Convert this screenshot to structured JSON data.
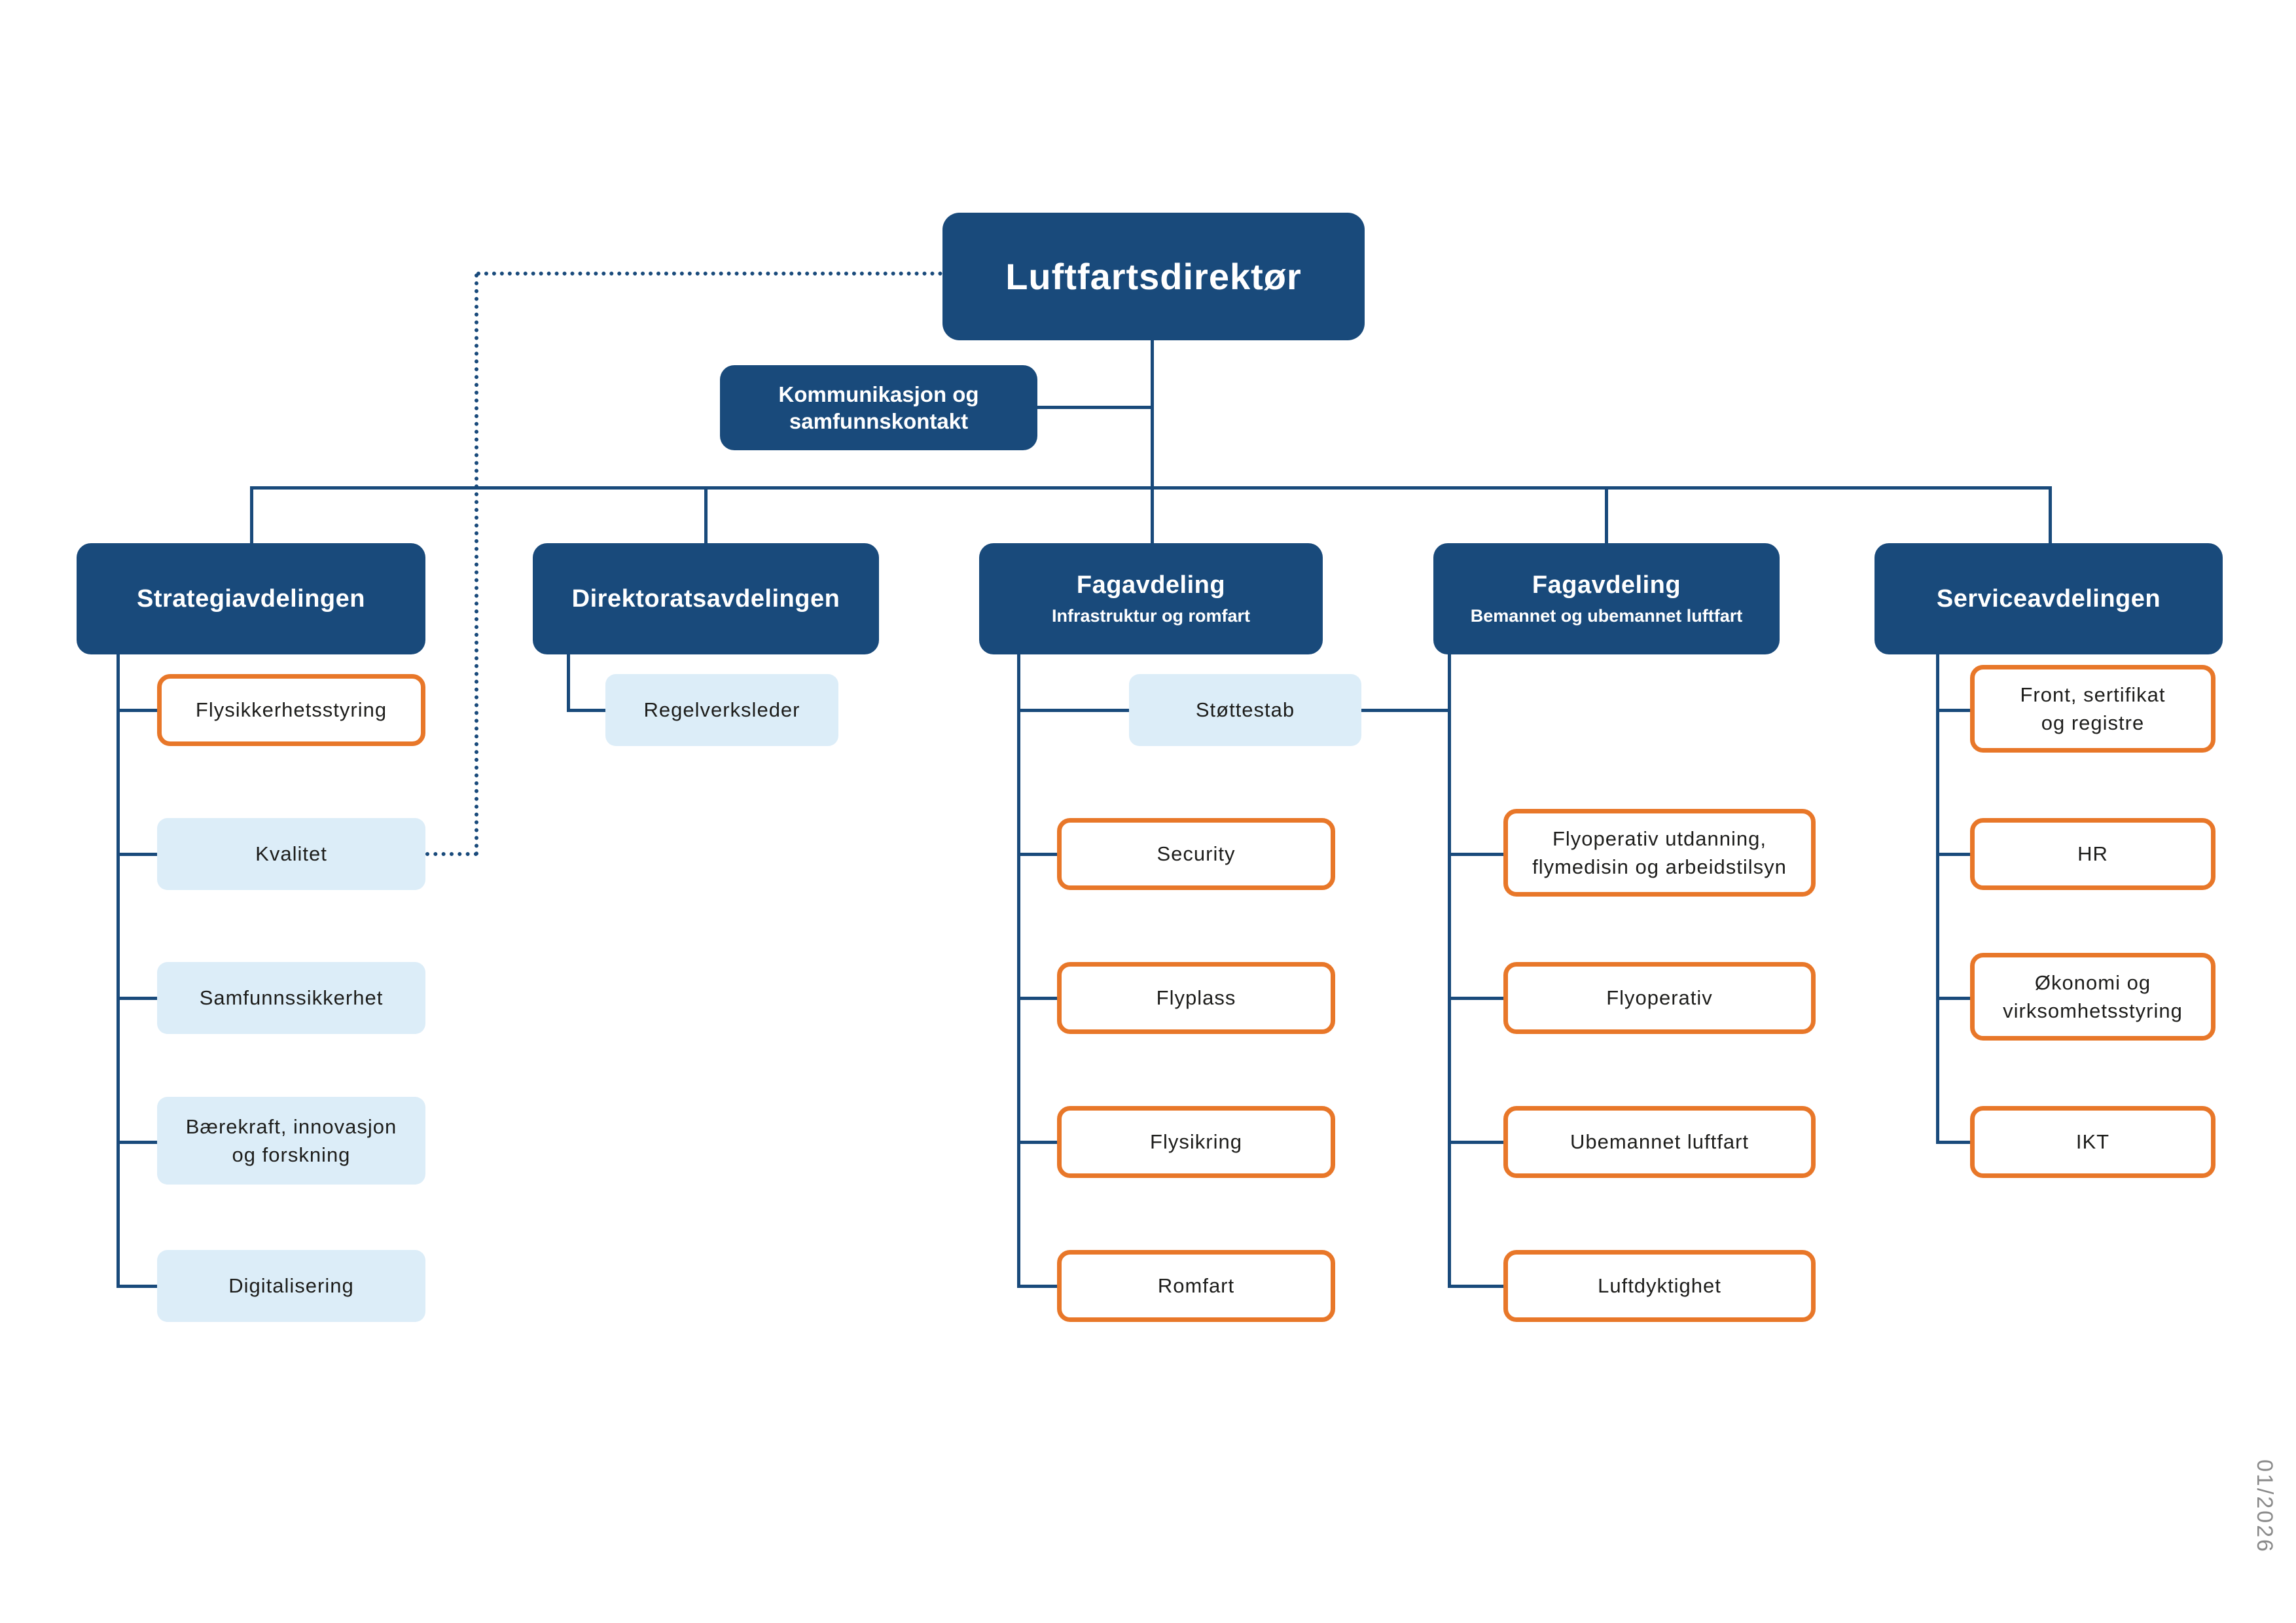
{
  "meta": {
    "footer_note": "01/2026",
    "colors": {
      "dark_blue": "#194A7B",
      "light_blue": "#DCEDF8",
      "orange": "#E87729",
      "footer_gray": "#8a8a8a"
    }
  },
  "root": {
    "title": "Luftfartsdirektør"
  },
  "staff": {
    "title": "Kommunikasjon og\nsamfunnskontakt"
  },
  "departments": [
    {
      "title": "Strategiavdelingen",
      "subtitle": "",
      "children": [
        {
          "label": "Flysikkerhetsstyring",
          "style": "orange"
        },
        {
          "label": "Kvalitet",
          "style": "blue"
        },
        {
          "label": "Samfunnssikkerhet",
          "style": "blue"
        },
        {
          "label": "Bærekraft, innovasjon\nog forskning",
          "style": "blue"
        },
        {
          "label": "Digitalisering",
          "style": "blue"
        }
      ]
    },
    {
      "title": "Direktoratsavdelingen",
      "subtitle": "",
      "children": [
        {
          "label": "Regelverksleder",
          "style": "blue"
        }
      ]
    },
    {
      "title": "Fagavdeling",
      "subtitle": "Infrastruktur og romfart",
      "children": [
        {
          "label": "Støttestab",
          "style": "blue",
          "note": "shared-with-next-department"
        },
        {
          "label": "Security",
          "style": "orange"
        },
        {
          "label": "Flyplass",
          "style": "orange"
        },
        {
          "label": "Flysikring",
          "style": "orange"
        },
        {
          "label": "Romfart",
          "style": "orange"
        }
      ]
    },
    {
      "title": "Fagavdeling",
      "subtitle": "Bemannet og ubemannet luftfart",
      "children": [
        {
          "label": "Flyoperativ utdanning,\nflymedisin og arbeidstilsyn",
          "style": "orange"
        },
        {
          "label": "Flyoperativ",
          "style": "orange"
        },
        {
          "label": "Ubemannet luftfart",
          "style": "orange"
        },
        {
          "label": "Luftdyktighet",
          "style": "orange"
        }
      ]
    },
    {
      "title": "Serviceavdelingen",
      "subtitle": "",
      "children": [
        {
          "label": "Front, sertifikat\nog registre",
          "style": "orange"
        },
        {
          "label": "HR",
          "style": "orange"
        },
        {
          "label": "Økonomi og\nvirksomhetsstyring",
          "style": "orange"
        },
        {
          "label": "IKT",
          "style": "orange"
        }
      ]
    }
  ]
}
